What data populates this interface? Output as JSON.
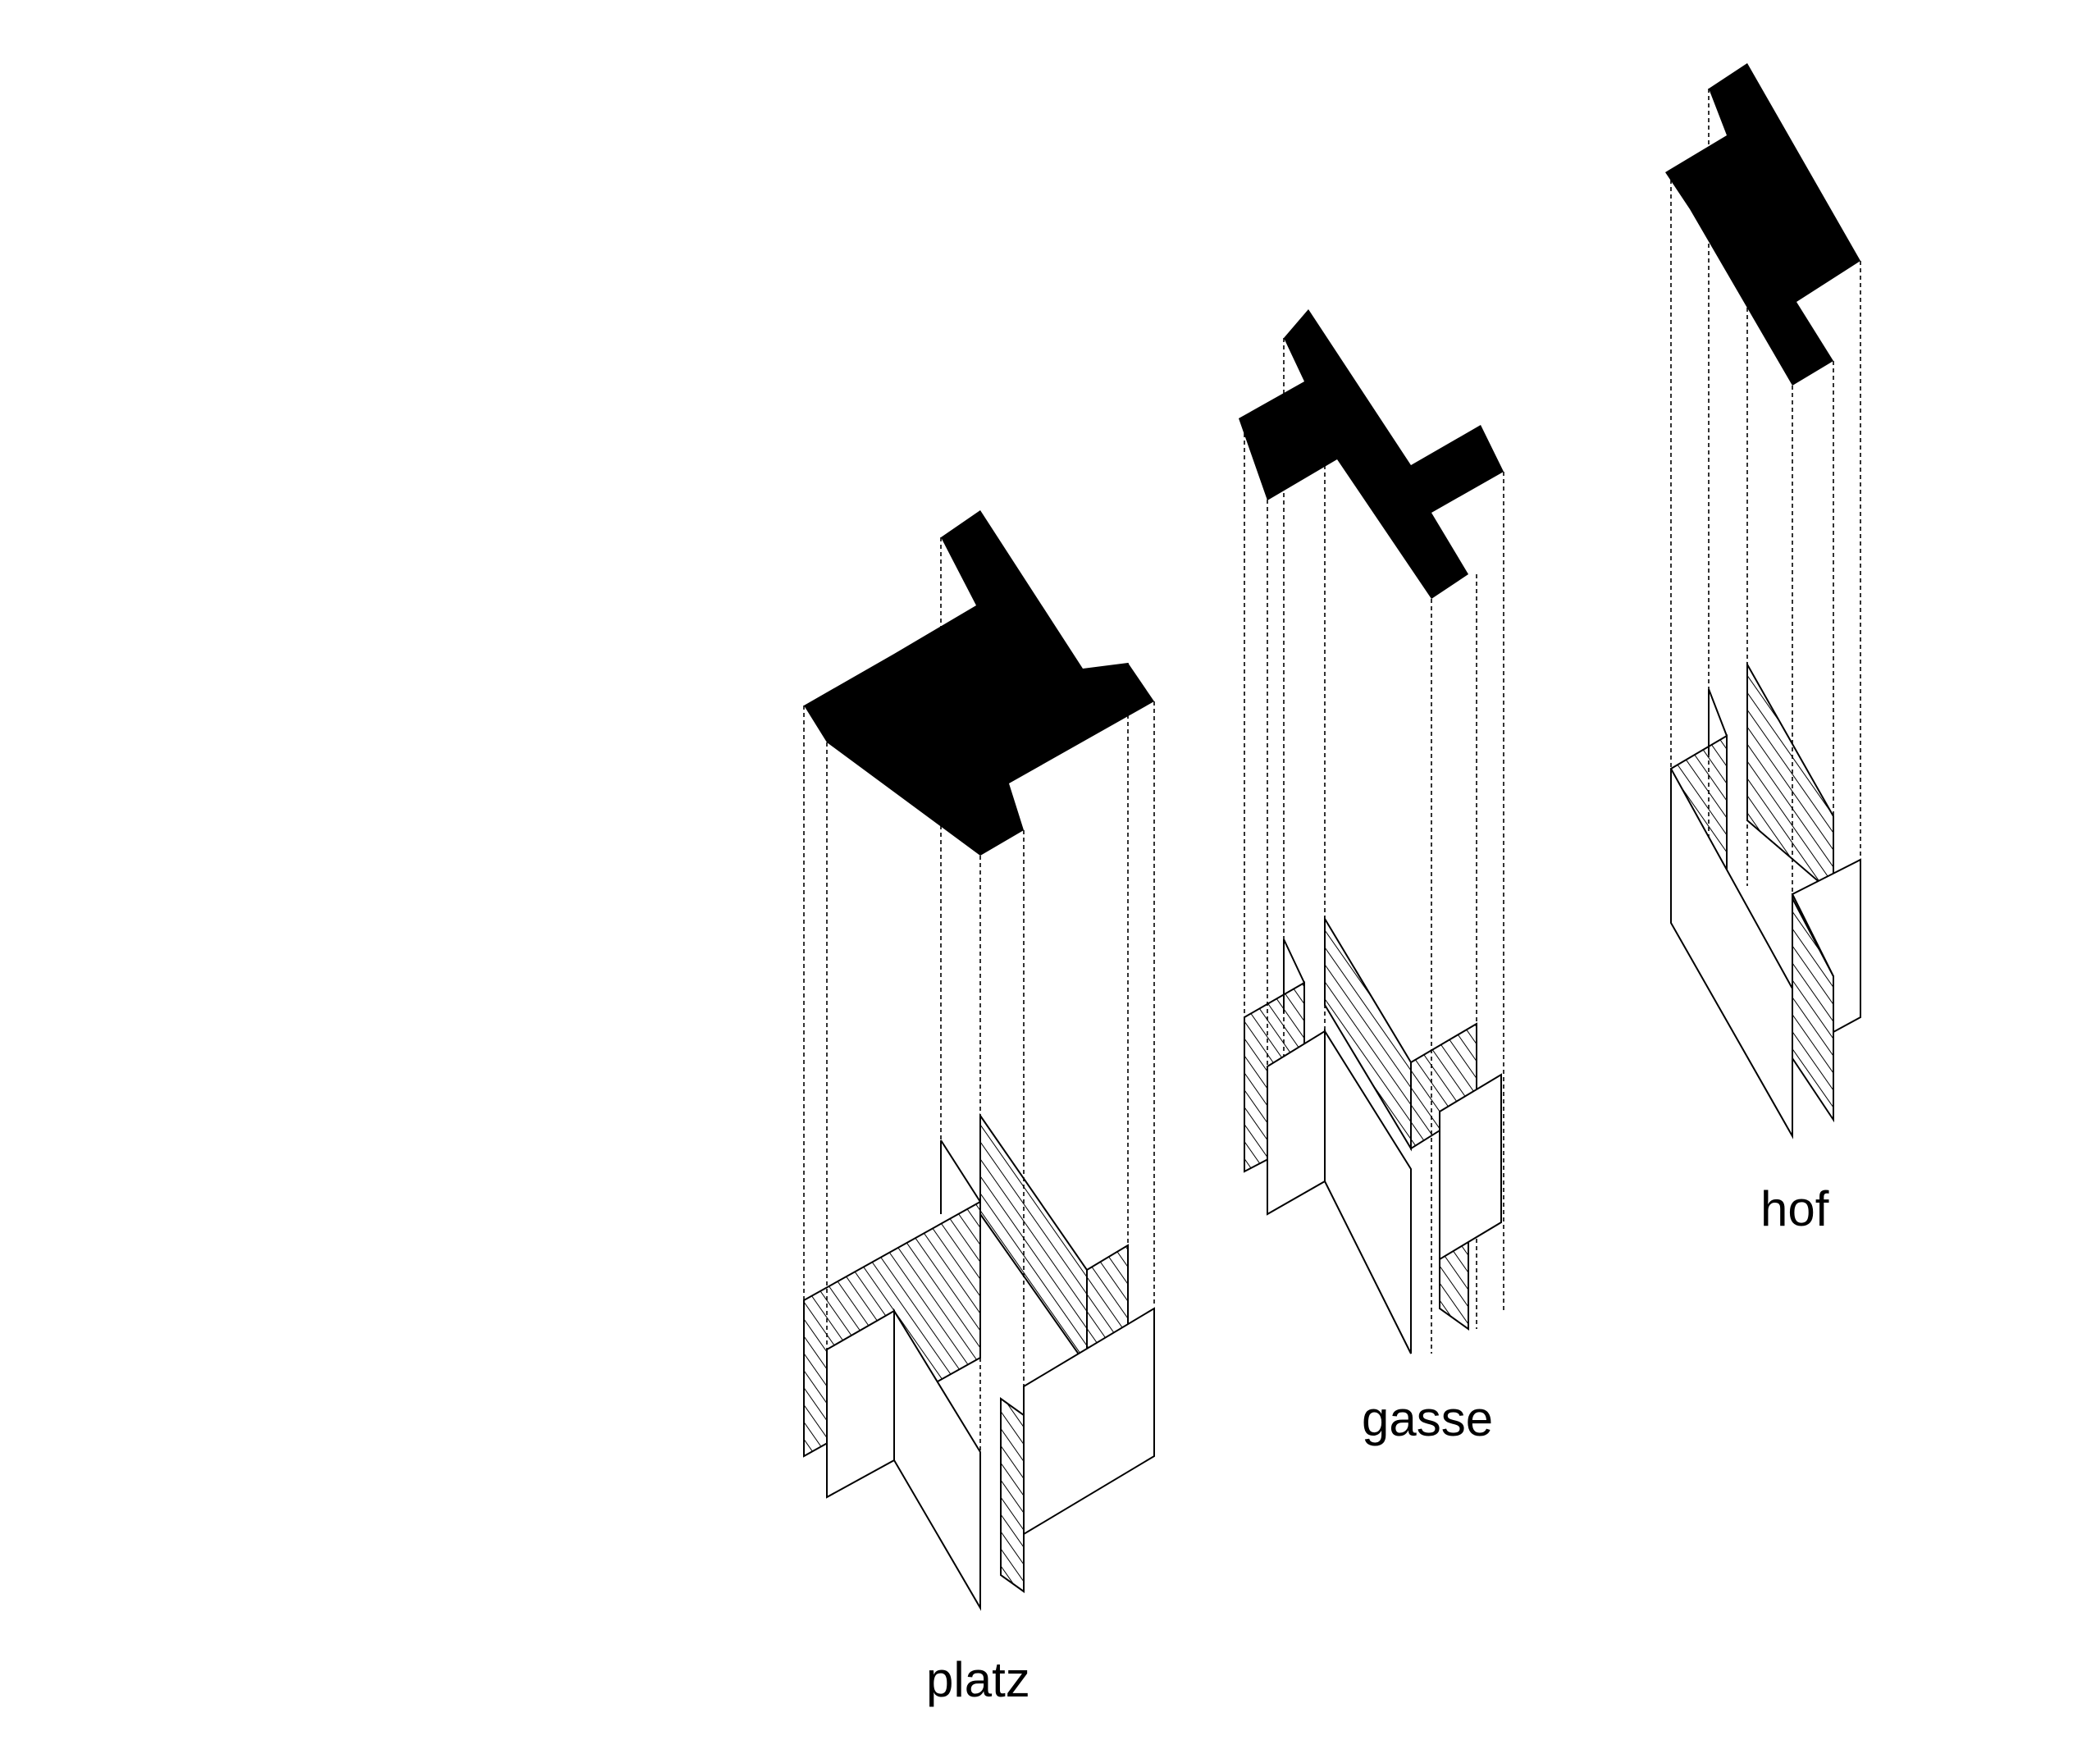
{
  "labels": {
    "platz": "platz",
    "gasse": "gasse",
    "hof": "hof"
  },
  "colors": {
    "solid": "#000000",
    "line": "#000000",
    "background": "#ffffff"
  }
}
